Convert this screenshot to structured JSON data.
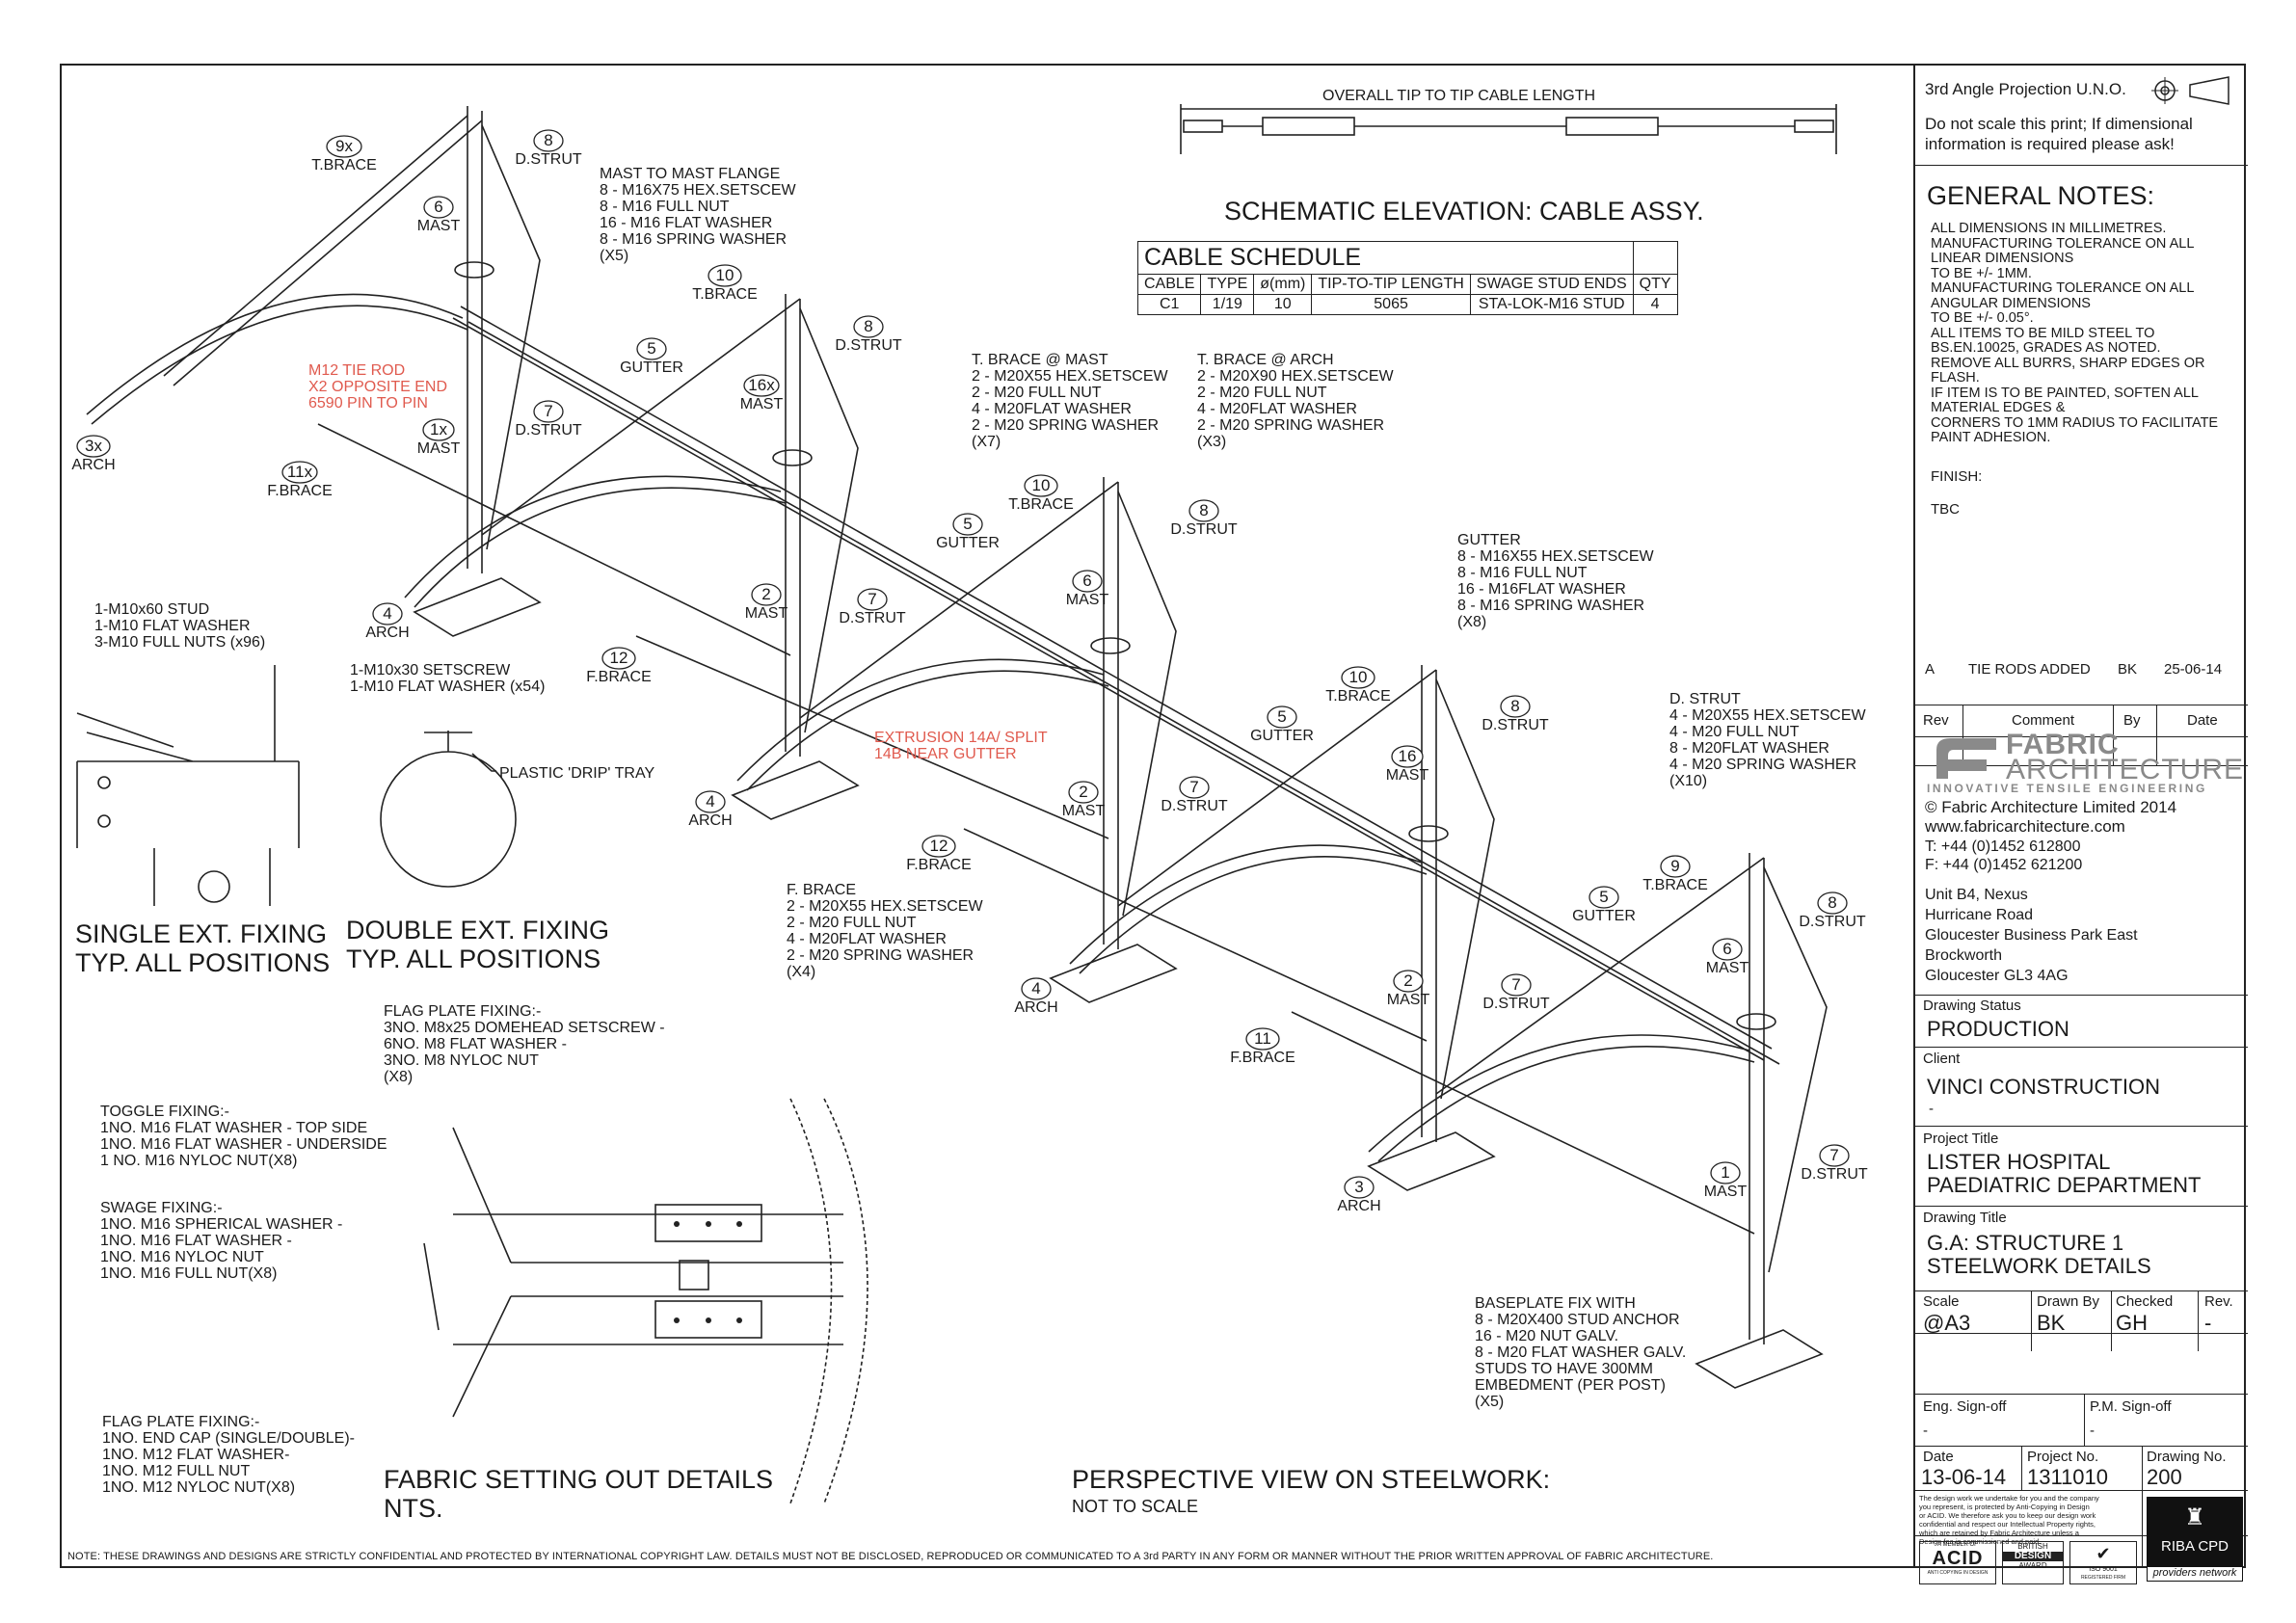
{
  "footer_note": "NOTE: THESE DRAWINGS AND DESIGNS ARE STRICTLY CONFIDENTIAL AND PROTECTED BY INTERNATIONAL COPYRIGHT LAW. DETAILS MUST NOT BE DISCLOSED, REPRODUCED OR COMMUNICATED TO A 3rd PARTY IN ANY FORM OR MANNER WITHOUT THE PRIOR WRITTEN APPROVAL OF FABRIC ARCHITECTURE.",
  "schematic": {
    "overall_label": "OVERALL TIP TO TIP CABLE LENGTH",
    "title": "SCHEMATIC ELEVATION: CABLE ASSY."
  },
  "cable_schedule": {
    "title": "CABLE SCHEDULE",
    "headers": [
      "CABLE",
      "TYPE",
      "ø(mm)",
      "TIP-TO-TIP LENGTH",
      "SWAGE STUD ENDS",
      "QTY"
    ],
    "row": [
      "C1",
      "1/19",
      "10",
      "5065",
      "STA-LOK-M16 STUD",
      "4"
    ]
  },
  "callouts": {
    "mast_flange": [
      "MAST TO MAST FLANGE",
      "8 - M16x75 HEX.SETSCEW",
      "8 - M16 FULL NUT",
      "16 - M16 FLAT WASHER",
      "8 - M16 SPRING WASHER",
      "(x5)"
    ],
    "tbrace_mast": [
      "T. BRACE @ MAST",
      "2 - M20x55 HEX.SETSCEW",
      "2 - M20 FULL NUT",
      "4 - M20FLAT WASHER",
      "2 - M20 SPRING WASHER",
      "(x7)"
    ],
    "tbrace_arch": [
      "T. BRACE @ ARCH",
      "2 - M20x90 HEX.SETSCEW",
      "2 - M20 FULL NUT",
      "4 - M20FLAT WASHER",
      "2 - M20 SPRING WASHER",
      "(x3)"
    ],
    "gutter": [
      "GUTTER",
      "8 - M16x55 HEX.SETSCEW",
      "8 - M16 FULL NUT",
      "16 - M16FLAT WASHER",
      "8 - M16 SPRING WASHER",
      "(x8)"
    ],
    "dstrut": [
      "D. STRUT",
      "4 - M20x55 HEX.SETSCEW",
      "4 - M20 FULL NUT",
      "8 - M20FLAT WASHER",
      "4 - M20 SPRING WASHER",
      "(x10)"
    ],
    "fbrace": [
      "F. BRACE",
      "2 - M20x55 HEX.SETSCEW",
      "2 - M20 FULL NUT",
      "4 - M20FLAT WASHER",
      "2 - M20 SPRING WASHER",
      "(x4)"
    ],
    "baseplate": [
      "BASEPLATE FIX WITH",
      "8 - M20x400 STUD ANCHOR",
      "16 - M20 NUT GALV.",
      "8 - M20 FLAT WASHER GALV.",
      "STUDS TO HAVE 300mm",
      "EMBEDMENT (PER POST)",
      "(x5)"
    ],
    "tie_rod": [
      "M12 TIE ROD",
      "x2 OPPOSITE END",
      "6590 PIN TO PIN"
    ],
    "extrusion": [
      "EXTRUSION 14A/ SPLIT",
      "14B NEAR GUTTER"
    ],
    "stud": [
      "1-M10x60 STUD",
      "1-M10 FLAT WASHER",
      "3-M10 FULL NUTS (x96)"
    ],
    "setscrew": [
      "1-M10x30 SETSCREW",
      "1-M10 FLAT WASHER (x54)"
    ],
    "drip_tray": "PLASTIC 'DRIP' TRAY",
    "flag_top": [
      "FLAG PLATE FIXING:-",
      "3NO. M8x25 DOMEHEAD SETSCREW -",
      "6NO. M8 FLAT WASHER -",
      "3NO. M8 NYLOC NUT",
      "(X8)"
    ],
    "toggle": [
      "TOGGLE FIXING:-",
      "1NO. M16 FLAT WASHER - TOP SIDE",
      "1NO. M16 FLAT WASHER - UNDERSIDE",
      "1 NO. M16 NYLOC NUT(X8)"
    ],
    "swage": [
      "SWAGE FIXING:-",
      "1NO. M16 SPHERICAL WASHER -",
      "1NO. M16 FLAT WASHER -",
      "1NO. M16 NYLOC NUT",
      "1NO. M16 FULL NUT(X8)"
    ],
    "flag_bottom": [
      "FLAG PLATE FIXING:-",
      "1NO. END CAP (SINGLE/DOUBLE)-",
      "1NO. M12 FLAT WASHER-",
      "1NO. M12 FULL NUT",
      "1NO. M12 NYLOC NUT(X8)"
    ]
  },
  "titles": {
    "single_ext": [
      "SINGLE EXT. FIXING",
      "TYP. ALL POSITIONS"
    ],
    "double_ext": [
      "DOUBLE EXT. FIXING",
      "TYP. ALL POSITIONS"
    ],
    "fabric_setting": [
      "FABRIC SETTING OUT DETAILS",
      "NTS."
    ],
    "perspective": "PERSPECTIVE VIEW ON STEELWORK:",
    "not_to_scale": "NOT TO SCALE"
  },
  "parts": [
    {
      "n": "9x",
      "t": "T.BRACE"
    },
    {
      "n": "8",
      "t": "D.STRUT"
    },
    {
      "n": "6",
      "t": "MAST"
    },
    {
      "n": "10",
      "t": "T.BRACE"
    },
    {
      "n": "8",
      "t": "D.STRUT"
    },
    {
      "n": "5",
      "t": "GUTTER"
    },
    {
      "n": "16x",
      "t": "MAST"
    },
    {
      "n": "7",
      "t": "D.STRUT"
    },
    {
      "n": "1x",
      "t": "MAST"
    },
    {
      "n": "3x",
      "t": "ARCH"
    },
    {
      "n": "11x",
      "t": "F.BRACE"
    },
    {
      "n": "10",
      "t": "T.BRACE"
    },
    {
      "n": "8",
      "t": "D.STRUT"
    },
    {
      "n": "5",
      "t": "GUTTER"
    },
    {
      "n": "6",
      "t": "MAST"
    },
    {
      "n": "4",
      "t": "ARCH"
    },
    {
      "n": "2",
      "t": "MAST"
    },
    {
      "n": "7",
      "t": "D.STRUT"
    },
    {
      "n": "12",
      "t": "F.BRACE"
    },
    {
      "n": "10",
      "t": "T.BRACE"
    },
    {
      "n": "8",
      "t": "D.STRUT"
    },
    {
      "n": "5",
      "t": "GUTTER"
    },
    {
      "n": "16",
      "t": "MAST"
    },
    {
      "n": "4",
      "t": "ARCH"
    },
    {
      "n": "2",
      "t": "MAST"
    },
    {
      "n": "7",
      "t": "D.STRUT"
    },
    {
      "n": "12",
      "t": "F.BRACE"
    },
    {
      "n": "9",
      "t": "T.BRACE"
    },
    {
      "n": "8",
      "t": "D.STRUT"
    },
    {
      "n": "5",
      "t": "GUTTER"
    },
    {
      "n": "6",
      "t": "MAST"
    },
    {
      "n": "4",
      "t": "ARCH"
    },
    {
      "n": "2",
      "t": "MAST"
    },
    {
      "n": "7",
      "t": "D.STRUT"
    },
    {
      "n": "11",
      "t": "F.BRACE"
    },
    {
      "n": "3",
      "t": "ARCH"
    },
    {
      "n": "1",
      "t": "MAST"
    },
    {
      "n": "7",
      "t": "D.STRUT"
    }
  ],
  "title_block": {
    "projection": "3rd Angle Projection U.N.O.",
    "scale_note": [
      "Do not scale this print; If dimensional",
      "information is required please ask!"
    ],
    "general_notes_title": "GENERAL NOTES:",
    "general_notes": [
      "ALL DIMENSIONS IN MILLIMETRES.",
      "MANUFACTURING TOLERANCE ON ALL",
      "LINEAR DIMENSIONS",
      "       TO BE +/- 1mm.",
      "MANUFACTURING TOLERANCE ON ALL",
      "ANGULAR DIMENSIONS",
      "       TO BE +/- 0.05°.",
      "ALL ITEMS TO BE MILD STEEL TO",
      "BS.EN.10025, GRADES AS NOTED.",
      "REMOVE ALL BURRS, SHARP EDGES OR",
      "FLASH.",
      "IF ITEM IS TO BE PAINTED, SOFTEN ALL",
      "MATERIAL EDGES &",
      "CORNERS TO 1mm RADIUS TO FACILITATE",
      "PAINT ADHESION."
    ],
    "finish_label": "FINISH:",
    "finish_value": "TBC",
    "revision": {
      "rev": "A",
      "comment": "TIE RODS ADDED",
      "by": "BK",
      "date": "25-06-14"
    },
    "revision_headers": {
      "rev": "Rev",
      "comment": "Comment",
      "by": "By",
      "date": "Date"
    },
    "company": {
      "name1": "FABRIC",
      "name2": "ARCHITECTURE",
      "tagline": "INNOVATIVE TENSILE ENGINEERING",
      "copyright": "© Fabric Architecture Limited 2014",
      "web": "www.fabricarchitecture.com",
      "tel": "T: +44 (0)1452 612800",
      "fax": "F: +44 (0)1452 621200",
      "address": [
        "Unit B4, Nexus",
        "Hurricane Road",
        "Gloucester Business Park East",
        "Brockworth",
        "Gloucester GL3 4AG"
      ]
    },
    "drawing_status_label": "Drawing Status",
    "drawing_status": "PRODUCTION",
    "client_label": "Client",
    "client": "VINCI CONSTRUCTION",
    "client_line2": "-",
    "project_title_label": "Project Title",
    "project_title": [
      "LISTER HOSPITAL",
      "PAEDIATRIC DEPARTMENT"
    ],
    "drawing_title_label": "Drawing Title",
    "drawing_title": [
      "G.A: STRUCTURE 1",
      "STEELWORK DETAILS"
    ],
    "scale_label": "Scale",
    "scale": "@A3",
    "drawn_label": "Drawn By",
    "drawn": "BK",
    "checked_label": "Checked",
    "checked": "GH",
    "rev_label": "Rev.",
    "rev_val": "-",
    "eng_label": "Eng. Sign-off",
    "eng_val": "-",
    "pm_label": "P.M. Sign-off",
    "pm_val": "-",
    "date_label": "Date",
    "date": "13-06-14",
    "project_no_label": "Project No.",
    "project_no": "1311010",
    "drawing_no_label": "Drawing No.",
    "drawing_no": "200",
    "legal_small": [
      "The design work we undertake for you and the company",
      "you represent, is protected by Anti-Copying in Design",
      "or ACID. We therefore ask you to keep our design work",
      "confidential and respect our Intellectual Property rights,",
      "which are retained by Fabric Architecture unless a",
      "Design fee is commissioned and paid."
    ],
    "badges": {
      "acid": "ACID",
      "acid_top": "A MEMBER OF",
      "acid_bottom": "ANTI COPYING IN DESIGN",
      "bda1": "BRITISH",
      "bda2": "DESIGN",
      "bda3": "AWARD",
      "iso": "ISO 9001",
      "iso2": "REGISTERED FIRM",
      "riba": "RIBA CPD",
      "riba2": "providers network"
    }
  },
  "colors": {
    "line": "#222222",
    "red": "#e05a4e",
    "logo_gray": "#8a8a8a"
  }
}
